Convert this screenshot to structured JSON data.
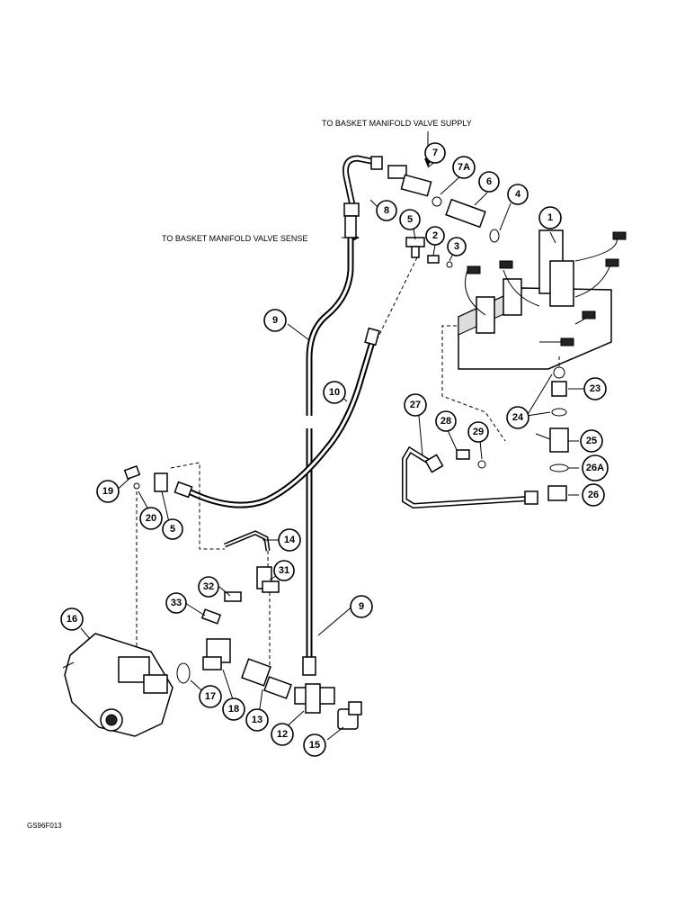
{
  "annotations": {
    "supply": "TO BASKET MANIFOLD VALVE SUPPLY",
    "sense": "TO BASKET MANIFOLD VALVE SENSE"
  },
  "figure_code": "GS96F013",
  "callouts": {
    "c1": "1",
    "c2": "2",
    "c3": "3",
    "c4": "4",
    "c5a": "5",
    "c5b": "5",
    "c6": "6",
    "c7": "7",
    "c7a": "7A",
    "c8": "8",
    "c9a": "9",
    "c9b": "9",
    "c10": "10",
    "c12": "12",
    "c13": "13",
    "c14": "14",
    "c15": "15",
    "c16": "16",
    "c17": "17",
    "c18": "18",
    "c19": "19",
    "c20": "20",
    "c23": "23",
    "c24": "24",
    "c25": "25",
    "c26": "26",
    "c26a": "26A",
    "c27": "27",
    "c28": "28",
    "c29": "29",
    "c31": "31",
    "c32": "32",
    "c33": "33"
  }
}
